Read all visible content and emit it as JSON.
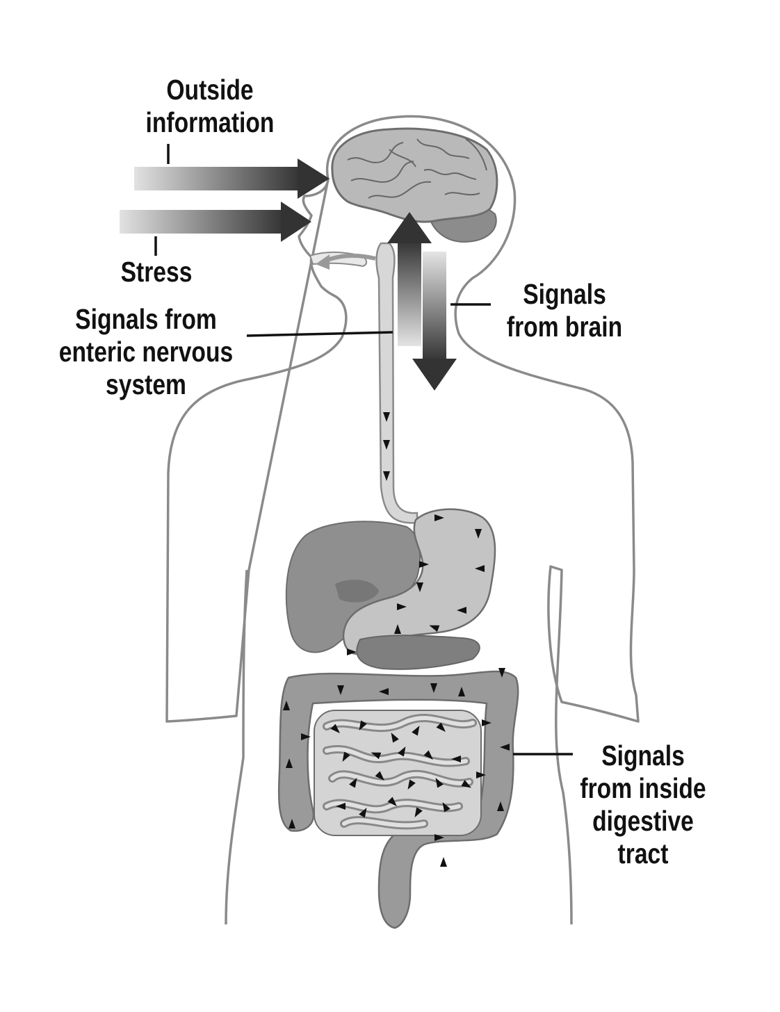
{
  "diagram": {
    "labels": {
      "outside_information": [
        "Outside",
        "information"
      ],
      "stress": [
        "Stress"
      ],
      "signals_from_enteric": [
        "Signals from",
        "enteric nervous",
        "system"
      ],
      "signals_from_brain": [
        "Signals",
        "from brain"
      ],
      "signals_from_inside": [
        "Signals",
        "from inside",
        "digestive",
        "tract"
      ]
    },
    "colors": {
      "outline": "#8a8a8a",
      "brain": "#b9b9b9",
      "cerebellum": "#8c8c8c",
      "liver": "#8f8f8f",
      "stomach": "#c4c4c4",
      "colon": "#9a9a9a",
      "small_intestine": "#bdbdbd",
      "arrow_dark": "#3a3a3a",
      "arrow_light": "#e0e0e0",
      "leader_line": "#111111"
    }
  }
}
